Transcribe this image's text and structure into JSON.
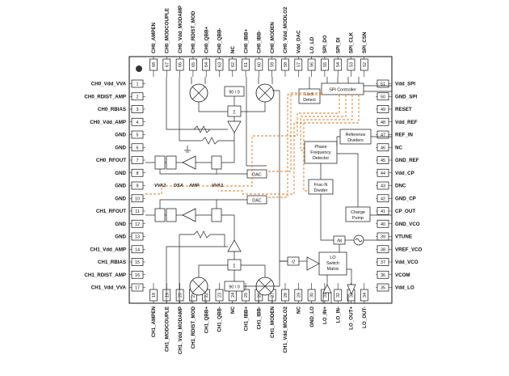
{
  "pins_left": [
    {
      "num": "1",
      "label": "CH0_Vdd_VVA"
    },
    {
      "num": "2",
      "label": "CH0_RDIST_AMP"
    },
    {
      "num": "3",
      "label": "CH0_RBIAS"
    },
    {
      "num": "4",
      "label": "CH0_Vdd_AMP"
    },
    {
      "num": "5",
      "label": "GND"
    },
    {
      "num": "6",
      "label": "GND"
    },
    {
      "num": "7",
      "label": "CH0_RFOUT"
    },
    {
      "num": "8",
      "label": "GND"
    },
    {
      "num": "9",
      "label": "GND"
    },
    {
      "num": "10",
      "label": "GND"
    },
    {
      "num": "11",
      "label": "CH1_RFOUT"
    },
    {
      "num": "12",
      "label": "GND"
    },
    {
      "num": "13",
      "label": "GND"
    },
    {
      "num": "14",
      "label": "CH1_Vdd_AMP"
    },
    {
      "num": "15",
      "label": "CH1_RBIAS"
    },
    {
      "num": "16",
      "label": "CH1_RDIST_AMP"
    },
    {
      "num": "17",
      "label": "CH1_Vdd_VVA"
    }
  ],
  "pins_right": [
    {
      "num": "51",
      "label": "Vdd_SPI"
    },
    {
      "num": "50",
      "label": "GND_SPI"
    },
    {
      "num": "49",
      "label": "RESET"
    },
    {
      "num": "48",
      "label": "Vdd_REF"
    },
    {
      "num": "47",
      "label": "REF_IN"
    },
    {
      "num": "46",
      "label": "NC"
    },
    {
      "num": "45",
      "label": "GND_REF"
    },
    {
      "num": "44",
      "label": "Vdd_CP"
    },
    {
      "num": "43",
      "label": "DNC"
    },
    {
      "num": "42",
      "label": "GND_CP"
    },
    {
      "num": "41",
      "label": "CP_OUT"
    },
    {
      "num": "40",
      "label": "GND_VCO"
    },
    {
      "num": "39",
      "label": "VTUNE"
    },
    {
      "num": "38",
      "label": "VREF_VCO"
    },
    {
      "num": "37",
      "label": "Vdd_VCO"
    },
    {
      "num": "36",
      "label": "VCOM"
    },
    {
      "num": "35",
      "label": "Vdd_LO"
    }
  ],
  "pins_top": [
    {
      "num": "68",
      "label": "CH0_AMPEN"
    },
    {
      "num": "67",
      "label": "CH0_MODCOUPLE"
    },
    {
      "num": "66",
      "label": "CH0_Vdd_MODAMP"
    },
    {
      "num": "65",
      "label": "CH0_RDIST_MOD"
    },
    {
      "num": "64",
      "label": "CH0_QBB+"
    },
    {
      "num": "63",
      "label": "CH0_QBB-"
    },
    {
      "num": "62",
      "label": "NC"
    },
    {
      "num": "61",
      "label": "CH0_IBB+"
    },
    {
      "num": "60",
      "label": "CH0_IBB-"
    },
    {
      "num": "59",
      "label": "CH0_MODEN"
    },
    {
      "num": "58",
      "label": "CH0_Vdd_MODLO2"
    },
    {
      "num": "57",
      "label": "Vdd_DAC"
    },
    {
      "num": "56",
      "label": "LO_LD"
    },
    {
      "num": "55",
      "label": "SPI_DO"
    },
    {
      "num": "54",
      "label": "SPI_DI"
    },
    {
      "num": "53",
      "label": "SPI_CLK"
    },
    {
      "num": "52",
      "label": "SPI_CSN"
    }
  ],
  "pins_bottom": [
    {
      "num": "18",
      "label": "CH1_AMPEN"
    },
    {
      "num": "19",
      "label": "CH1_MODCOUPLE"
    },
    {
      "num": "20",
      "label": "CH1_Vdd_MODAMP"
    },
    {
      "num": "21",
      "label": "CH1_RDIST_MOD"
    },
    {
      "num": "22",
      "label": "CH1_QBB+"
    },
    {
      "num": "23",
      "label": "CH1_QBB-"
    },
    {
      "num": "24",
      "label": "NC"
    },
    {
      "num": "25",
      "label": "CH1_IBB+"
    },
    {
      "num": "26",
      "label": "CH1_IBB-"
    },
    {
      "num": "27",
      "label": "CH1_MODEN"
    },
    {
      "num": "28",
      "label": "CH1_Vdd_MODLO2"
    },
    {
      "num": "29",
      "label": "NC"
    },
    {
      "num": "30",
      "label": "GND_LO"
    },
    {
      "num": "31",
      "label": "LO_IN+"
    },
    {
      "num": "32",
      "label": "LO_IN-"
    },
    {
      "num": "33",
      "label": "LO_OUT+"
    },
    {
      "num": "34",
      "label": "LO_OUT-"
    }
  ],
  "blocks": {
    "spi_controller": "SPI Controller",
    "lock_detect_1": "Lock",
    "lock_detect_2": "Detect",
    "ref_div_1": "Reference",
    "ref_div_2": "Dividers",
    "pfd_1": "Phase",
    "pfd_2": "Frequency",
    "pfd_3": "Detector",
    "fracn_1": "Frac-N",
    "fracn_2": "Divider",
    "charge_pump_1": "Charge",
    "charge_pump_2": "Pump",
    "lo_switch_1": "LO",
    "lo_switch_2": "Switch",
    "lo_switch_3": "Matrix",
    "dac_top": "DAC",
    "dac_bottom": "DAC",
    "phase_top": "90 / 0",
    "phase_bottom": "90 / 0",
    "sum_top": "Σ",
    "sum_bottom": "Σ",
    "div2": "/2",
    "div_m": "/M"
  },
  "annotations": {
    "vva2": "VVA2",
    "dsa": "DSA",
    "amp": "AMP",
    "vva1": "VVA1"
  }
}
